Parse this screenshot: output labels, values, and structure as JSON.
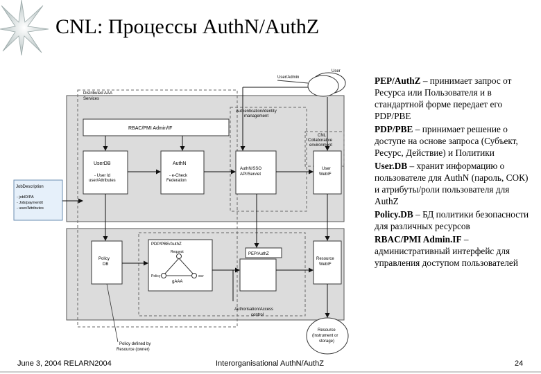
{
  "slide": {
    "title": "CNL: Процессы AuthN/AuthZ",
    "footer_left": "June 3, 2004 RELARN2004",
    "footer_center": "Interorganisational AuthN/AuthZ",
    "page_number": "24"
  },
  "notes": [
    {
      "head": "PEP/AuthZ",
      "text": " – принимает запрос от Ресурса или Пользователя и в стандартной форме передает его PDP/PBE"
    },
    {
      "head": "PDP/PBE",
      "text": " – принимает решение о доступе на основе запроса (Субъект, Ресурс, Действие) и Политики"
    },
    {
      "head": "User.DB",
      "text": " – хранит информацию о пользователе для AuthN (пароль, CОК) и атрибуты/роли пользователя для AuthZ"
    },
    {
      "head": "Policy.DB",
      "text": " – БД политики безопасности для различных ресурсов"
    },
    {
      "head": "RBAC/PMI Admin.IF",
      "text": " – административный интерфейс для управления доступом пользователей"
    }
  ],
  "diagram": {
    "user": "User",
    "user_admin": "User/Admin",
    "distributed_aaa": "Distributed AAA",
    "services": "Services",
    "authn_mgmt_1": "Authentication/identity",
    "authn_mgmt_2": "management",
    "cnl_1": "CNL",
    "cnl_2": "Collaborative",
    "cnl_3": "environment",
    "rbac_admin": "RBAC/PMI Admin/IF",
    "userdb": "UserDB",
    "userdb_sub1": "- User Id",
    "userdb_sub2": "user/Attributes",
    "authn": "AuthN",
    "authn_sub1": "- e-Check",
    "authn_sub2": "Federation",
    "authn_sso_1": "AuthN/SSO",
    "authn_sso_2": "API/Servlet",
    "user_webif_1": "User",
    "user_webif_2": "WebIF",
    "job_title": "JobDescription",
    "job_1": "- jobID/PA",
    "job_2": "- Job/payment/t",
    "job_3": "- user/Attributes",
    "policy_1": "Policy",
    "policy_2": "DB",
    "pdp_pbe": "PDP/PBE/AuthZ",
    "request": "Request",
    "pep_authz": "PEP/AuthZ",
    "resource_webif_1": "Resource",
    "resource_webif_2": "WebIF",
    "gaaa": "gAAA",
    "policy_tag": "Policy",
    "xsv": "xsv",
    "authz_ctl_1": "Authorisation/Access",
    "authz_ctl_2": "control",
    "resource_1": "Resource",
    "resource_2": "(Instrument or",
    "resource_3": "storage)",
    "policy_def_1": "Policy defined by",
    "policy_def_2": "Resource (owner)"
  }
}
